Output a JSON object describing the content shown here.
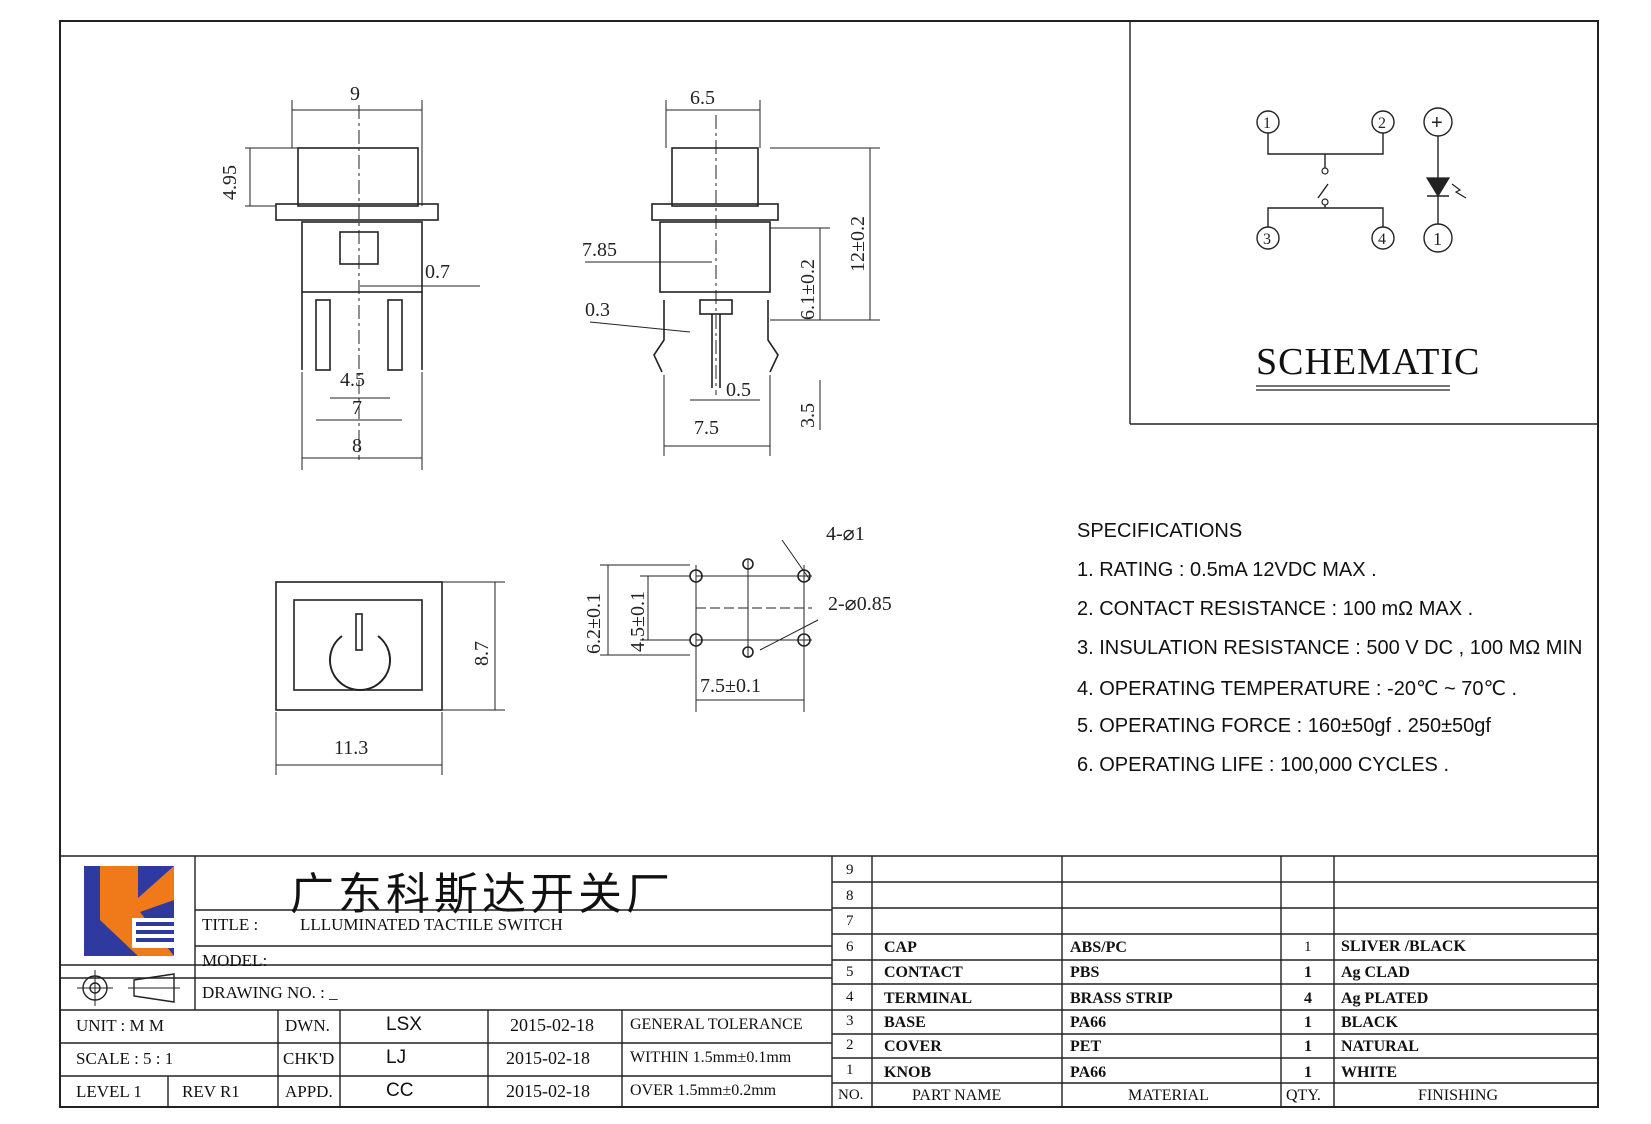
{
  "schematic": {
    "label": "SCHEMATIC",
    "pins": [
      "1",
      "2",
      "3",
      "4",
      "+",
      "1"
    ]
  },
  "dimensions": {
    "side_width": "9",
    "side_height": "4.95",
    "side_offset": "0.7",
    "side_pin_inner": "4.5",
    "side_pin_mid": "7",
    "side_body": "8",
    "front_width": "6.5",
    "front_total": "12±0.2",
    "front_body": "6.1±0.2",
    "front_785": "7.85",
    "front_03": "0.3",
    "front_05": "0.5",
    "front_pin_len": "3.5",
    "front_pin_span": "7.5",
    "top_height": "8.7",
    "top_width": "11.3",
    "pcb_holes4": "4-⌀1",
    "pcb_holes2": "2-⌀0.85",
    "pcb_h1": "6.2±0.1",
    "pcb_h2": "4.5±0.1",
    "pcb_w": "7.5±0.1"
  },
  "specifications": {
    "title": "SPECIFICATIONS",
    "items": [
      "1. RATING : 0.5mA 12VDC MAX .",
      "2. CONTACT RESISTANCE : 100 mΩ MAX .",
      "3. INSULATION RESISTANCE : 500 V DC , 100 MΩ MIN",
      "4. OPERATING TEMPERATURE : -20℃ ~ 70℃ .",
      "5. OPERATING FORCE : 160±50gf . 250±50gf",
      "6. OPERATING LIFE : 100,000 CYCLES ."
    ]
  },
  "title_block": {
    "company": "广东科斯达开关厂",
    "title_label": "TITLE :",
    "title_value": "LLLUMINATED TACTILE SWITCH",
    "model_label": "MODEL:",
    "drawing_label": "DRAWING NO. : _",
    "unit": "UNIT   :   M M",
    "scale": "SCALE  :  5 : 1",
    "level": "LEVEL 1",
    "rev": "REV  R1",
    "dwn_label": "DWN.",
    "chk_label": "CHK'D",
    "appd_label": "APPD.",
    "dwn_name": "LSX",
    "chk_name": "LJ",
    "appd_name": "CC",
    "date1": "2015-02-18",
    "date2": "2015-02-18",
    "date3": "2015-02-18",
    "tol_title": "GENERAL TOLERANCE",
    "tol1": "WITHIN 1.5mm±0.1mm",
    "tol2": "OVER   1.5mm±0.2mm"
  },
  "parts": {
    "header": {
      "no": "NO.",
      "name": "PART NAME",
      "material": "MATERIAL",
      "qty": "QTY.",
      "finishing": "FINISHING"
    },
    "empty_rows": [
      "9",
      "8",
      "7"
    ],
    "rows": [
      {
        "no": "6",
        "name": "CAP",
        "material": "ABS/PC",
        "qty": "1",
        "finishing": "SLIVER /BLACK"
      },
      {
        "no": "5",
        "name": "CONTACT",
        "material": "PBS",
        "qty": "1",
        "finishing": "Ag CLAD"
      },
      {
        "no": "4",
        "name": "TERMINAL",
        "material": "BRASS STRIP",
        "qty": "4",
        "finishing": "Ag PLATED"
      },
      {
        "no": "3",
        "name": "BASE",
        "material": "PA66",
        "qty": "1",
        "finishing": "BLACK"
      },
      {
        "no": "2",
        "name": "COVER",
        "material": "PET",
        "qty": "1",
        "finishing": "NATURAL"
      },
      {
        "no": "1",
        "name": "KNOB",
        "material": "PA66",
        "qty": "1",
        "finishing": "WHITE"
      }
    ]
  },
  "colors": {
    "logo_blue": "#2f3aa0",
    "logo_orange": "#f07a1a",
    "line": "#222222"
  }
}
